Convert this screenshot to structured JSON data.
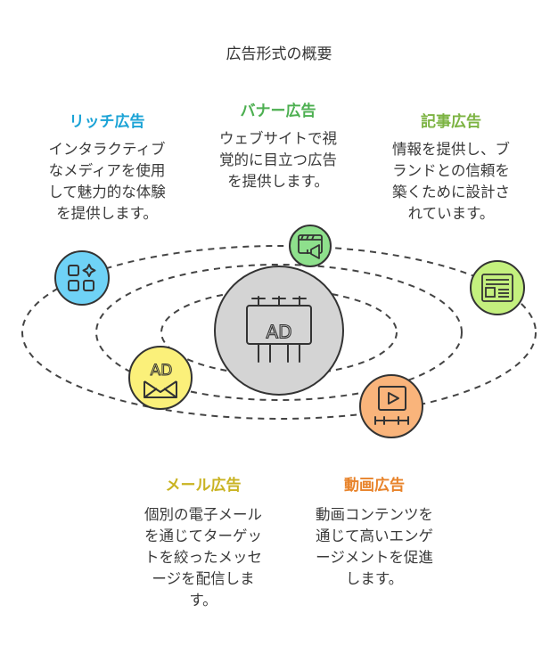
{
  "title": "広告形式の概要",
  "colors": {
    "rich": "#1ba3d6",
    "banner": "#4caf50",
    "article": "#7cb342",
    "mail": "#c9b322",
    "video": "#e8832a",
    "center_fill": "#d4d4d4",
    "rich_fill": "#6fd2f6",
    "banner_fill": "#8ee08c",
    "article_fill": "#c4f07e",
    "mail_fill": "#fbf07a",
    "video_fill": "#f9b47b"
  },
  "center": {
    "icon": "billboard-icon",
    "label": "AD"
  },
  "items": {
    "rich": {
      "heading": "リッチ広告",
      "lines": [
        "インタラクティブ",
        "なメディアを使用",
        "して魅力的な体験",
        "を提供します。"
      ],
      "icon": "widgets-icon"
    },
    "banner": {
      "heading": "バナー広告",
      "lines": [
        "ウェブサイトで視",
        "覚的に目立つ広告",
        "を提供します。"
      ],
      "icon": "banner-screen-icon"
    },
    "article": {
      "heading": "記事広告",
      "lines": [
        "情報を提供し、ブ",
        "ランドとの信頼を",
        "築くために設計さ",
        "れています。"
      ],
      "icon": "article-icon"
    },
    "mail": {
      "heading": "メール広告",
      "lines": [
        "個別の電子メール",
        "を通じてターゲッ",
        "トを絞ったメッセ",
        "ージを配信しま",
        "す。"
      ],
      "icon": "mail-ad-icon",
      "icon_label": "AD"
    },
    "video": {
      "heading": "動画広告",
      "lines": [
        "動画コンテンツを",
        "通じて高いエンゲ",
        "ージメントを促進",
        "します。"
      ],
      "icon": "video-play-icon"
    }
  }
}
